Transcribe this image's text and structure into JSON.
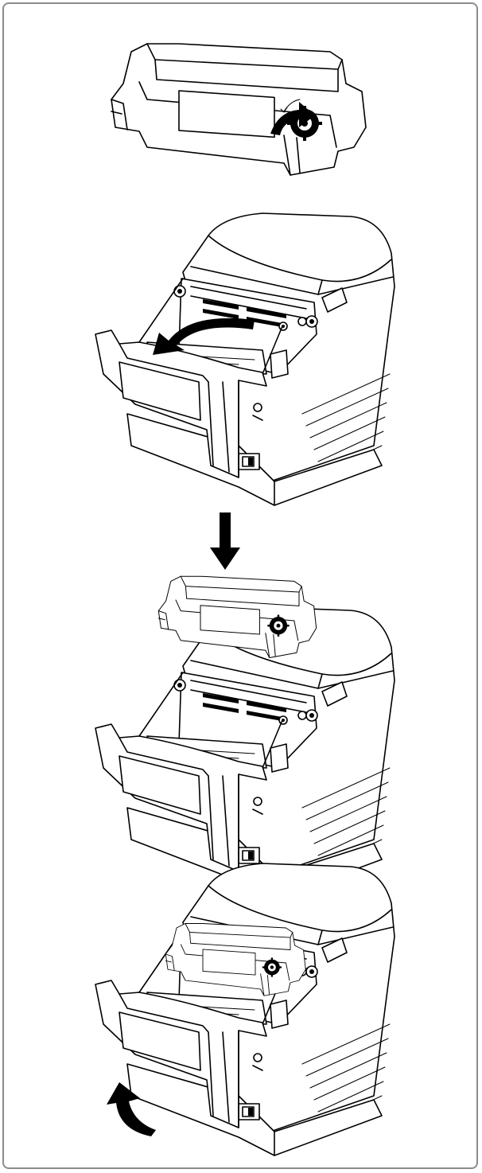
{
  "steps": [
    {
      "id": 1,
      "icon": "ribbon-cassette-icon",
      "arrow": "curved-arrow-right-icon"
    },
    {
      "id": 2,
      "icon": "printer-cover-open-icon",
      "arrow": "curved-arrow-left-icon"
    },
    {
      "id": 3,
      "icon": "printer-insert-cassette-icon",
      "arrow": "arrow-down-icon"
    },
    {
      "id": 4,
      "icon": "printer-close-cover-icon",
      "arrow": "curved-arrow-up-icon"
    }
  ],
  "colors": {
    "line": "#000000",
    "frame": "#8c8c8c",
    "background": "#ffffff"
  }
}
